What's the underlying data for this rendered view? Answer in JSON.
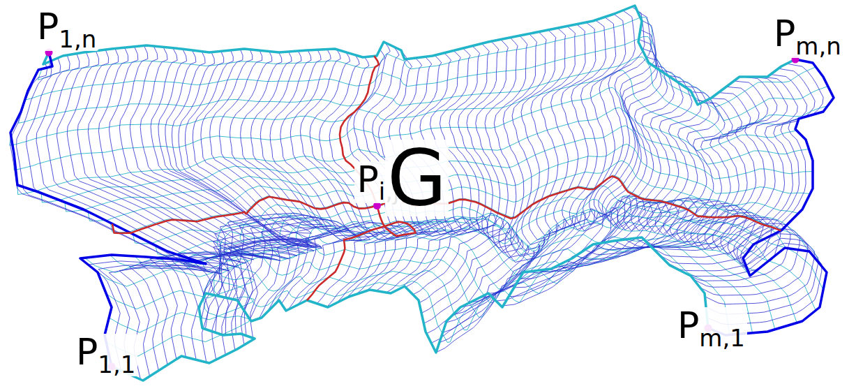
{
  "diagram": {
    "labels": [
      "P",
      "1,n",
      "P",
      "m,n",
      "P",
      "i,j",
      "G",
      "P",
      "m,1",
      "P",
      "1,1"
    ]
  }
}
